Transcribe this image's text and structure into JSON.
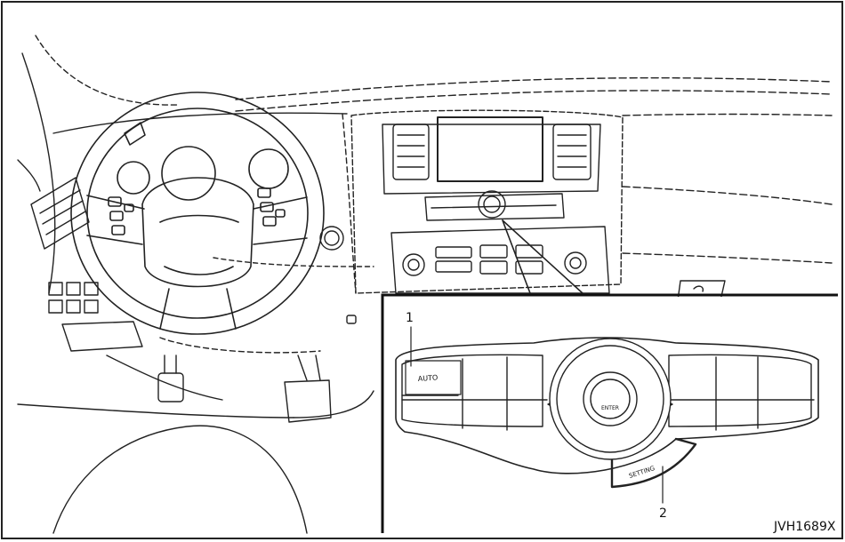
{
  "figure": {
    "code": "JVH1689X",
    "callouts": [
      {
        "number": "1"
      },
      {
        "number": "2"
      }
    ],
    "button_text": {
      "auto_mode": "AUTO",
      "enter": "ENTER",
      "setting": "SETTING"
    }
  }
}
